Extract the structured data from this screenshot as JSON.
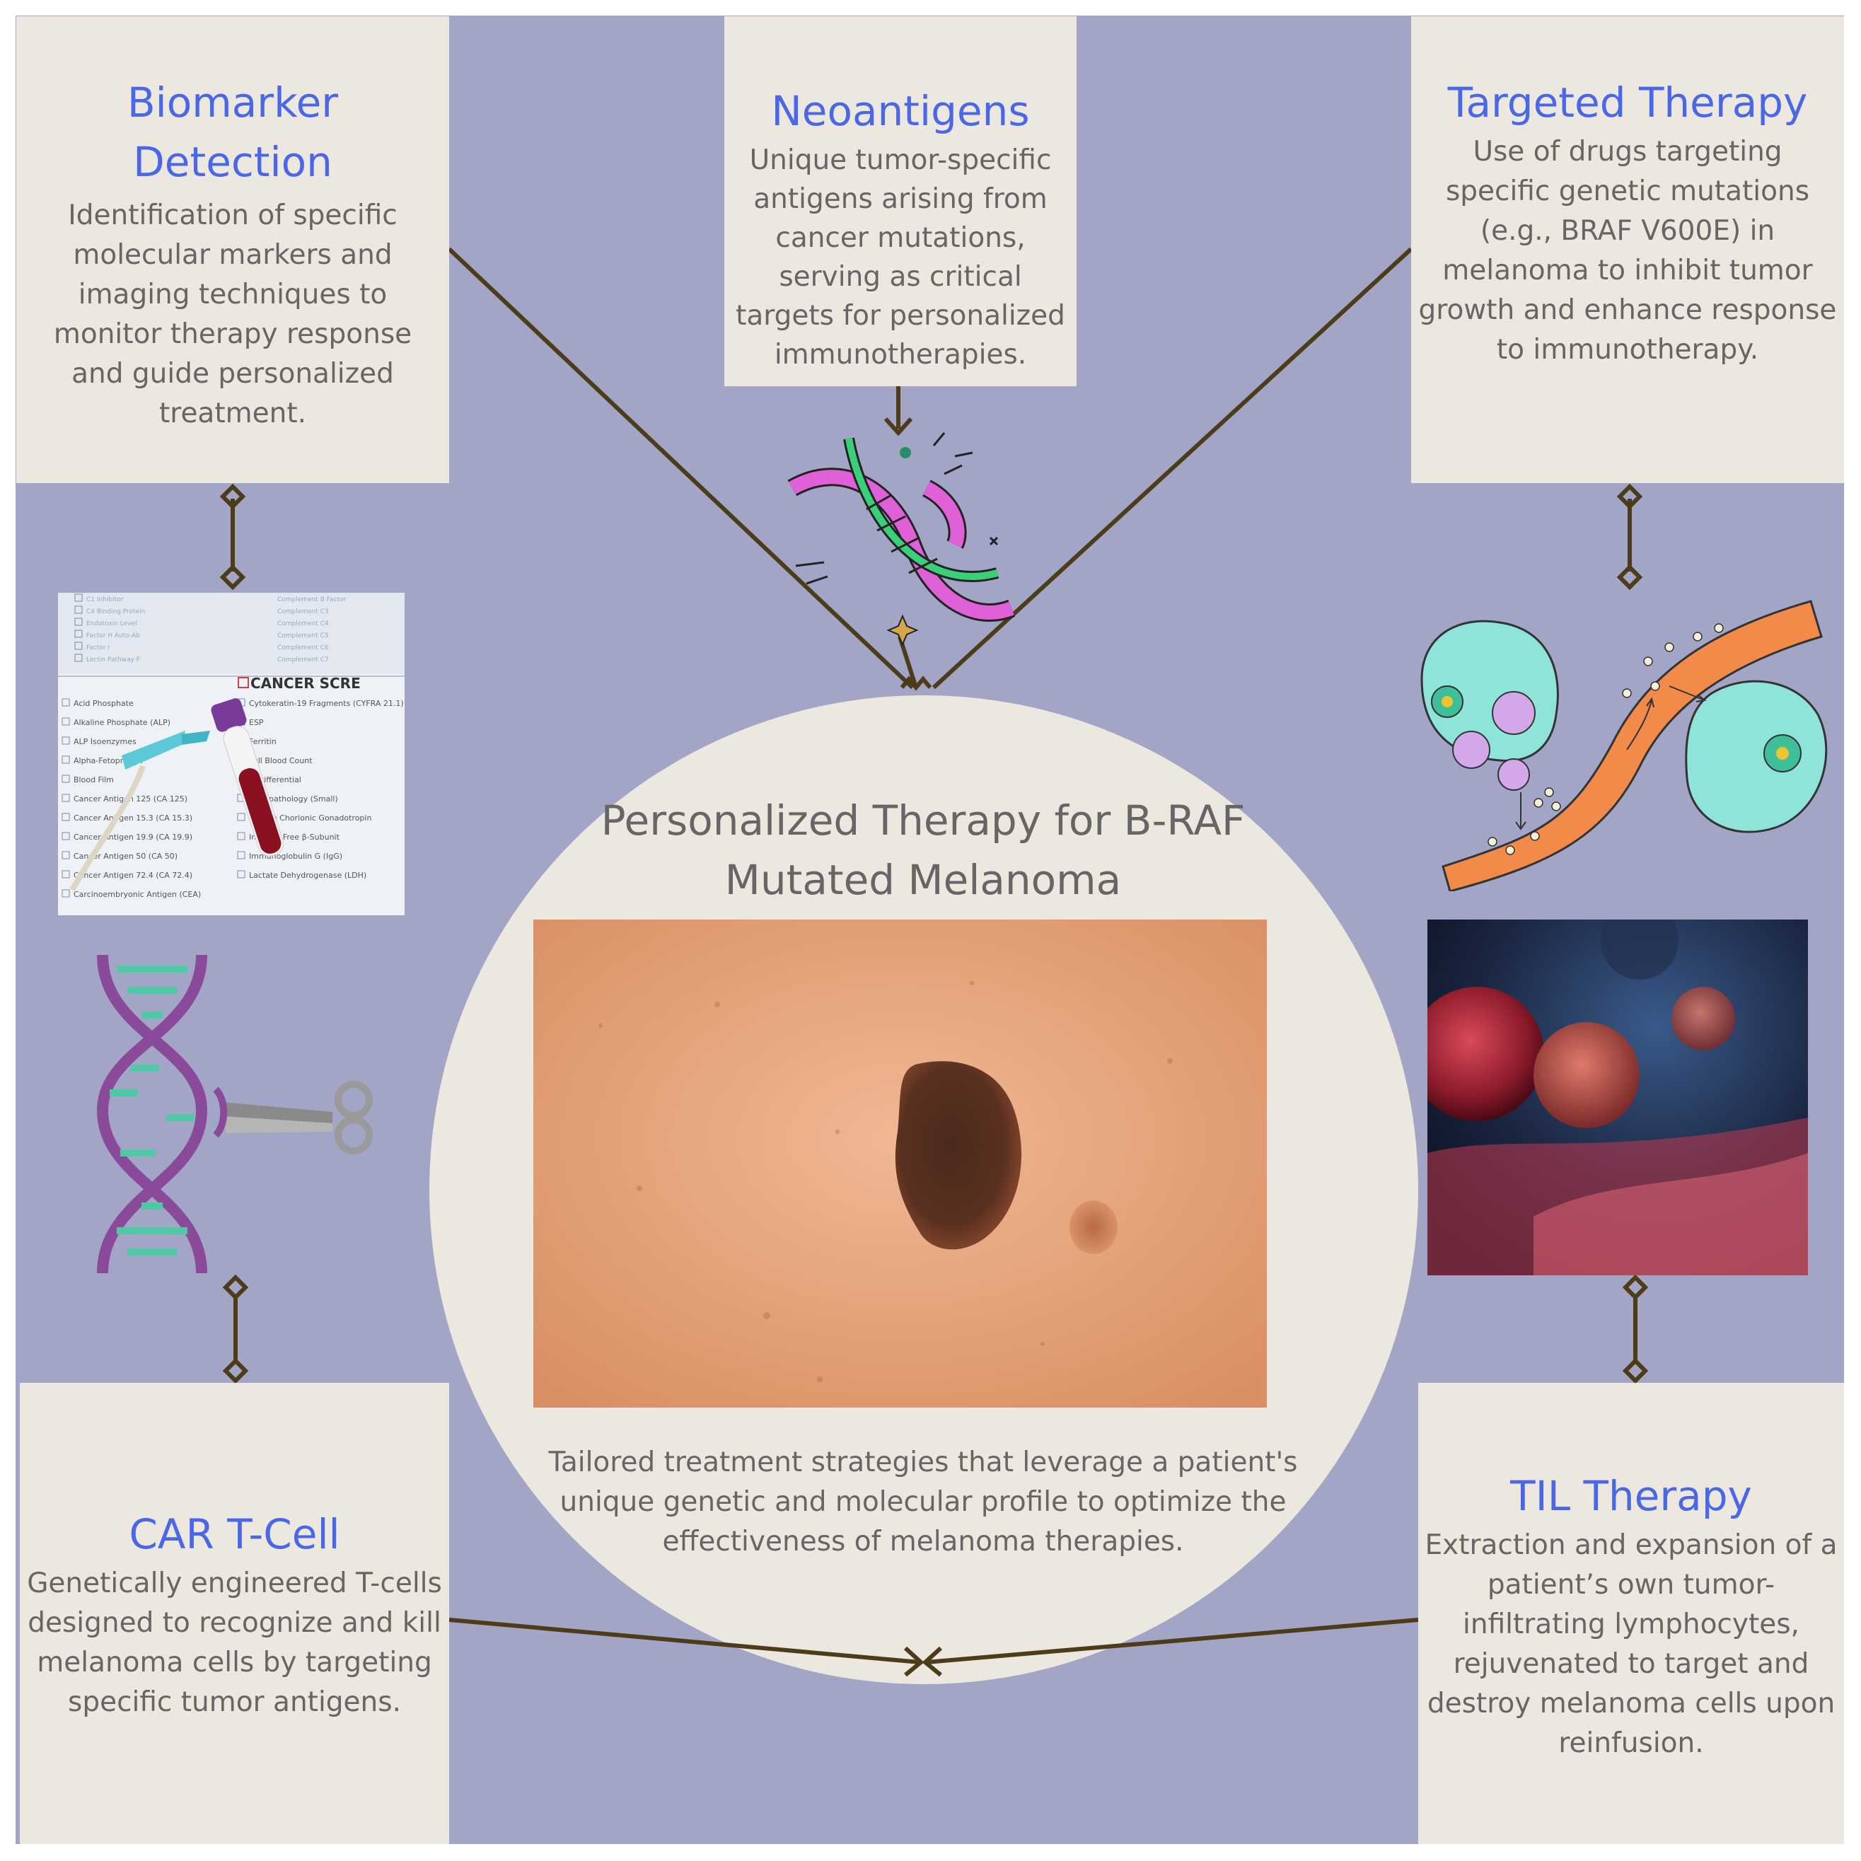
{
  "cards": {
    "biomarker": {
      "title": "Biomarker Detection",
      "text": "Identification of specific molecular markers and imaging techniques to monitor therapy response and guide personalized treatment."
    },
    "neoantigens": {
      "title": "Neoantigens",
      "text": "Unique tumor-specific antigens arising from cancer mutations, serving as critical targets for personalized immunotherapies."
    },
    "targeted": {
      "title": "Targeted Therapy",
      "text": "Use of drugs targeting specific genetic mutations (e.g., BRAF V600E) in melanoma to inhibit tumor growth and enhance response to immunotherapy."
    },
    "car": {
      "title": "CAR T-Cell",
      "text": "Genetically engineered T-cells designed to recognize and kill melanoma cells by targeting specific tumor antigens."
    },
    "til": {
      "title": "TIL Therapy",
      "text": "Extraction and expansion of a patient’s own tumor-infiltrating lymphocytes, rejuvenated to target and destroy melanoma cells upon reinfusion."
    }
  },
  "center": {
    "title": "Personalized Therapy for B-RAF Mutated Melanoma",
    "description": "Tailored treatment strategies that leverage a patient's unique genetic and molecular profile to optimize the effectiveness of melanoma therapies."
  },
  "lab_form": {
    "header": "CANCER SCRE",
    "left_items": [
      "Acid Phosphate",
      "Alkaline Phosphate (ALP)",
      "ALP Isoenzymes",
      "Alpha-Fetoprotein",
      "Blood Film",
      "Cancer Antigen 125 (CA 125)",
      "Cancer Antigen 15.3 (CA 15.3)",
      "Cancer Antigen 19.9 (CA 19.9)",
      "Cancer Antigen 50 (CA 50)",
      "Cancer Antigen 72.4 (CA 72.4)",
      "Carcinoembryonic Antigen (CEA)"
    ],
    "right_items": [
      "Cytokeratin-19 Fragments (CYFRA 21.1)",
      "ESP",
      "Ferritin",
      "Full Blood Count",
      "+ Differential",
      "Histopathology (Small)",
      "Human Chorionic Gonadotropin",
      "Intact + Free β-Subunit",
      "Immunoglobulin G (IgG)",
      "Lactate Dehydrogenase (LDH)"
    ],
    "top_items": [
      "C1 Inhibitor",
      "C4 Binding Protein",
      "Endotoxin Level",
      "Factor H Auto-Ab",
      "Factor I",
      "Lectin Pathway F",
      "Complement B Factor",
      "Complement C3",
      "Complement C4",
      "Complement C5",
      "Complement C6",
      "Complement C7"
    ]
  },
  "colors": {
    "background": "#a3a5c7",
    "card": "#ece8df",
    "title": "#4a67e8",
    "body_text": "#666666",
    "connector": "#4d3c1a"
  },
  "icons": [
    "dna-icon",
    "dna-scissors-icon",
    "lab-form-photo",
    "melanoma-skin-photo",
    "cell-transfer-icon",
    "til-cells-photo"
  ]
}
